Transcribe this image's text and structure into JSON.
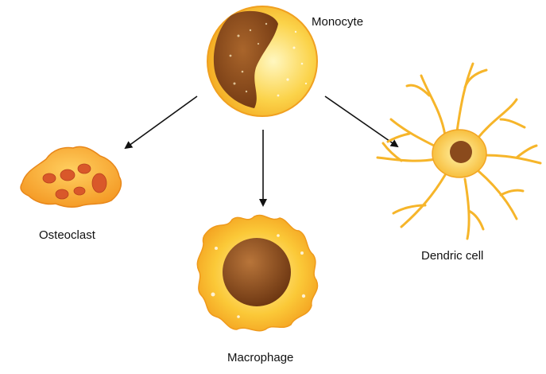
{
  "labels": {
    "monocyte": "Monocyte",
    "osteoclast": "Osteoclast",
    "macrophage": "Macrophage",
    "dendritic": "Dendric cell"
  },
  "colors": {
    "cell_yellow": "#fbd34a",
    "cell_orange": "#f29a1c",
    "nucleus_brown": "#8a4a1c",
    "osteoclast_nuclei": "#d9582a",
    "arrow": "#111111"
  }
}
